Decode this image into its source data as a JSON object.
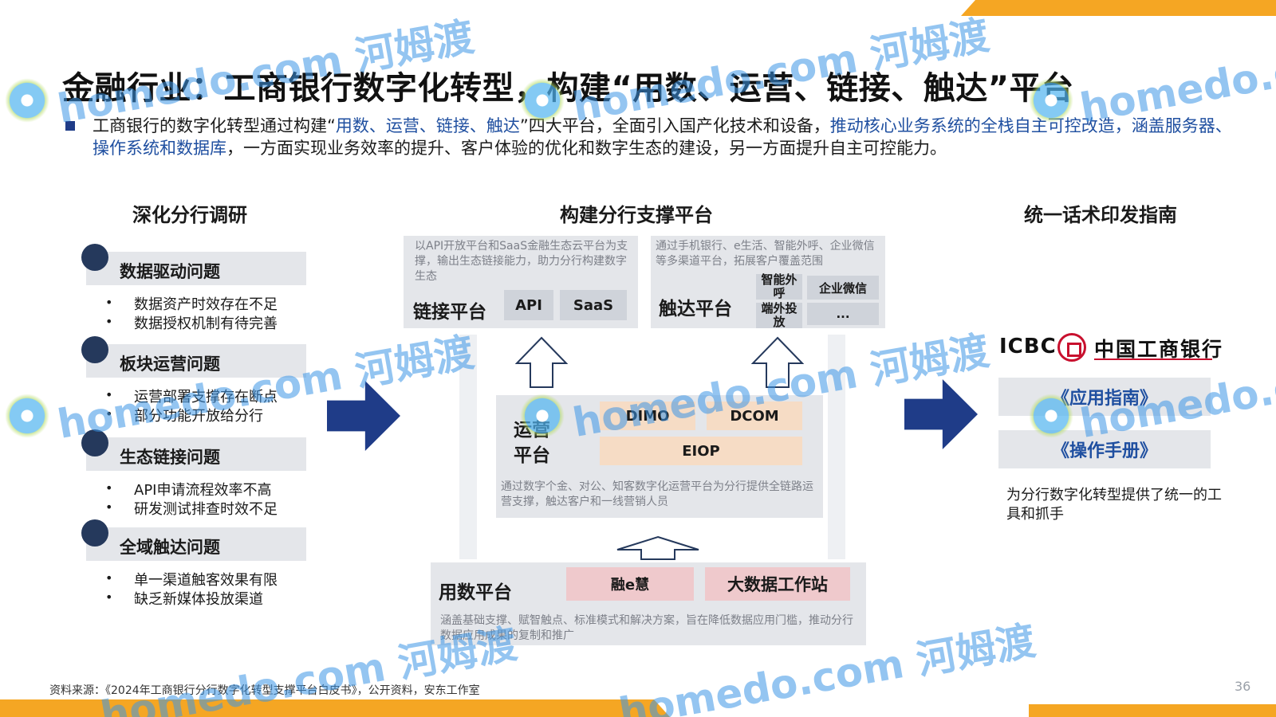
{
  "title": "金融行业：工商银行数字化转型，构建“用数、运营、链接、触达”平台",
  "intro": {
    "part1": "工商银行的数字化转型通过构建“",
    "platforms": "用数、运营、链接、触达",
    "part2": "”四大平台，全面引入国产化技术和设备，",
    "highlight": "推动核心业务系统的全栈自主可控改造，涵盖服务器、操作系统和数据库",
    "part3": "，一方面实现业务效率的提升、客户体验的优化和数字生态的建设，另一方面提升自主可控能力。"
  },
  "left": {
    "heading": "深化分行调研",
    "problems": [
      {
        "title": "数据驱动问题",
        "items": [
          "数据资产时效存在不足",
          "数据授权机制有待完善"
        ]
      },
      {
        "title": "板块运营问题",
        "items": [
          "运营部署支撑存在断点",
          "部分功能开放给分行"
        ]
      },
      {
        "title": "生态链接问题",
        "items": [
          "API申请流程效率不高",
          "研发测试排查时效不足"
        ]
      },
      {
        "title": "全域触达问题",
        "items": [
          "单一渠道触客效果有限",
          "缺乏新媒体投放渠道"
        ]
      }
    ],
    "bullet": "•"
  },
  "middle": {
    "heading": "构建分行支撑平台",
    "link": {
      "desc": "以API开放平台和SaaS金融生态云平台为支撑，输出生态链接能力，助力分行构建数字生态",
      "name": "链接平台",
      "tags": [
        "API",
        "SaaS"
      ]
    },
    "reach": {
      "desc": "通过手机银行、e生活、智能外呼、企业微信等多渠道平台，拓展客户覆盖范围",
      "name": "触达平台",
      "tags": [
        "智能外呼",
        "企业微信",
        "端外投放",
        "..."
      ]
    },
    "ops": {
      "name_line1": "运营",
      "name_line2": "平台",
      "tags": [
        "DIMO",
        "DCOM",
        "EIOP"
      ],
      "desc": "通过数字个金、对公、知客数字化运营平台为分行提供全链路运营支撑，触达客户和一线营销人员"
    },
    "data": {
      "name": "用数平台",
      "tags": [
        "融e慧",
        "大数据工作站"
      ],
      "desc": "涵盖基础支撑、赋智触点、标准模式和解决方案，旨在降低数据应用门槛，推动分行数据应用成果的复制和推广"
    }
  },
  "right": {
    "heading": "统一话术印发指南",
    "logo_en": "ICBC",
    "logo_cn": "中国工商银行",
    "guides": [
      "《应用指南》",
      "《操作手册》"
    ],
    "desc": "为分行数字化转型提供了统一的工具和抓手"
  },
  "source": "资料来源：《2024年工商银行分行数字化转型支撑平台白皮书》，公开资料，安东工作室",
  "page_number": "36",
  "watermark": {
    "cn": "河姆渡",
    "en": "homedo.com"
  },
  "colors": {
    "accent_orange": "#f5a623",
    "navy": "#1f3c88",
    "link_blue": "#1f4fa0",
    "panel_gray": "#e4e6ea",
    "icbc_red": "#c8102e"
  }
}
